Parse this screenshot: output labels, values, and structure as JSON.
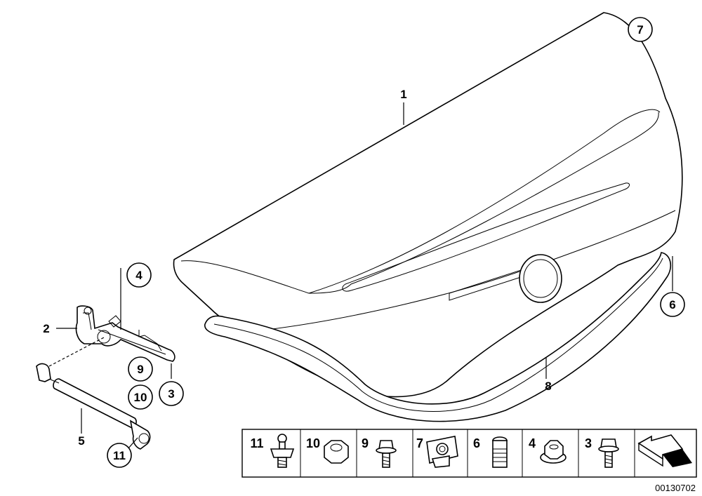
{
  "callouts": {
    "c1": "1",
    "c2": "2",
    "c3": "3",
    "c4": "4",
    "c5": "5",
    "c6": "6",
    "c7": "7",
    "c8": "8",
    "c9": "9",
    "c10": "10",
    "c11": "11"
  },
  "fastener_strip": {
    "items": [
      "11",
      "10",
      "9",
      "7",
      "6",
      "4",
      "3"
    ]
  },
  "diagram_code": "00130702"
}
